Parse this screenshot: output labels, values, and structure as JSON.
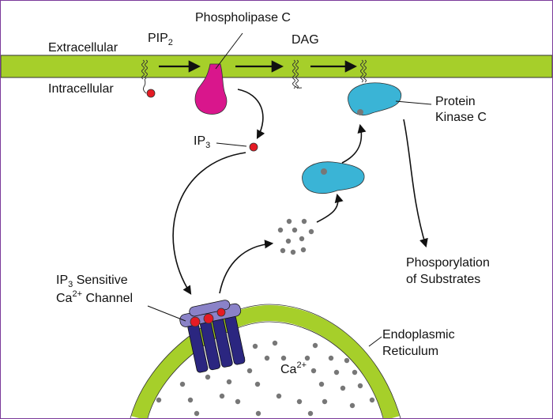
{
  "labels": {
    "extracellular": "Extracellular",
    "intracellular": "Intracellular",
    "pip": "PIP",
    "pip_sub": "2",
    "phospholipase": "Phospholipase C",
    "dag": "DAG",
    "ip": "IP",
    "ip_sub": "3",
    "pkc_line1": "Protein",
    "pkc_line2": "Kinase C",
    "phos_line1": "Phosporylation",
    "phos_line2": "of Substrates",
    "channel_ip": "IP",
    "channel_ip_sub": "3",
    "channel_line1_rest": " Sensitive",
    "channel_ca": "Ca",
    "channel_ca_sup": "2+",
    "channel_line2_rest": " Channel",
    "er_line1": "Endoplasmic",
    "er_line2": "Reticulum",
    "er_ca": "Ca",
    "er_ca_sup": "2+"
  },
  "colors": {
    "membrane": "#a6cf2a",
    "phospholipase": "#d9168c",
    "pkc": "#3ab4d6",
    "ip3": "#e51b24",
    "calcium": "#777777",
    "channel": "#2b2680",
    "channel_top": "#8a82c8"
  }
}
